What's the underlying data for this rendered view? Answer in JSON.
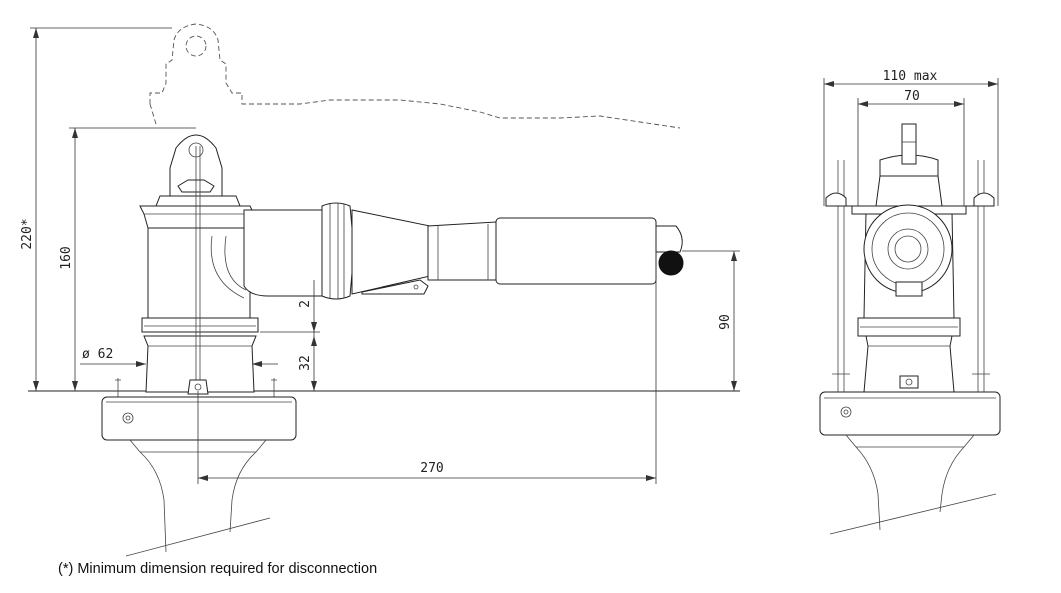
{
  "dimensions": {
    "overall_height": "220*",
    "body_height": "160",
    "diameter": "ø 62",
    "gap": "2",
    "base_height": "32",
    "handle_height": "90",
    "reach": "270",
    "width_max": "110 max",
    "width": "70"
  },
  "footnote": "(*) Minimum dimension required for disconnection"
}
